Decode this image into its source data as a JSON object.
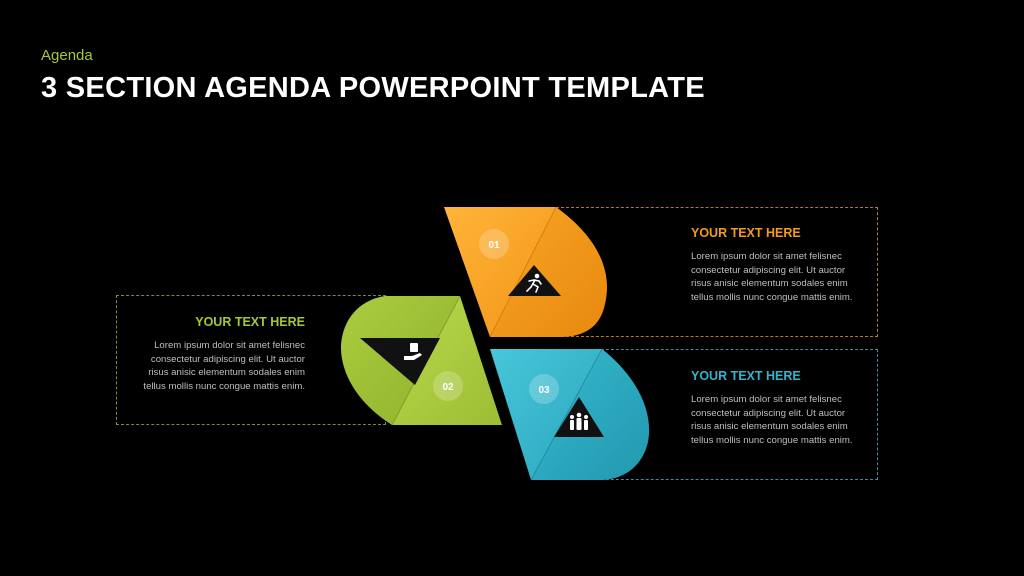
{
  "header": {
    "subtitle": "Agenda",
    "title": "3 SECTION AGENDA POWERPOINT TEMPLATE"
  },
  "sections": [
    {
      "number": "01",
      "heading": "YOUR TEXT HERE",
      "body": "Lorem ipsum dolor sit amet felisnec consectetur adipiscing elit. Ut auctor risus anisic elementum sodales enim tellus mollis nunc congue mattis enim.",
      "color": "#f59a1b",
      "icon": "running-person-icon"
    },
    {
      "number": "02",
      "heading": "YOUR TEXT HERE",
      "body": "Lorem ipsum dolor sit amet felisnec consectetur adipiscing elit. Ut auctor risus anisic elementum sodales enim tellus mollis nunc congue mattis enim.",
      "color": "#a4c83a",
      "icon": "hand-money-icon"
    },
    {
      "number": "03",
      "heading": "YOUR TEXT HERE",
      "body": "Lorem ipsum dolor sit amet felisnec consectetur adipiscing elit. Ut auctor risus anisic elementum sodales enim tellus mollis nunc congue mattis enim.",
      "color": "#32b4ca",
      "icon": "team-icon"
    }
  ]
}
